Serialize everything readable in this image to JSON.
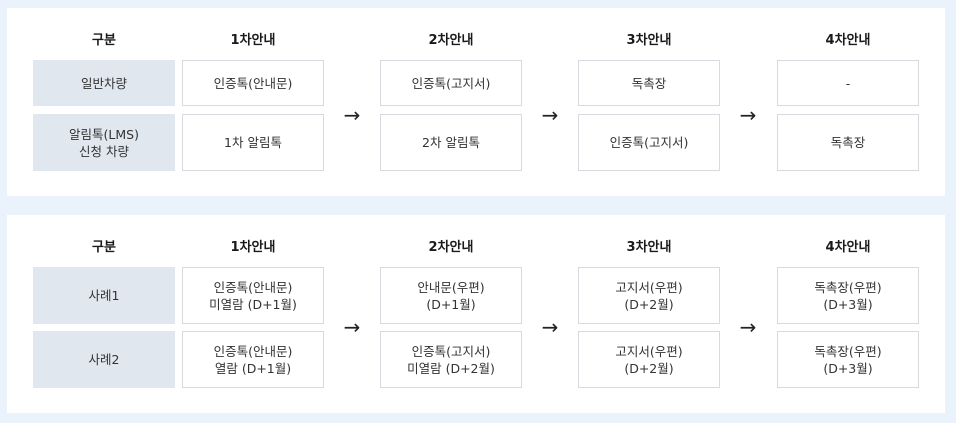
{
  "table1": {
    "headers": [
      "구분",
      "1차안내",
      "2차안내",
      "3차안내",
      "4차안내"
    ],
    "rows": [
      {
        "label": "일반차량",
        "cells": [
          "인증톡(안내문)",
          "인증톡(고지서)",
          "독촉장",
          "-"
        ]
      },
      {
        "label": "알림톡(LMS)\n신청 차량",
        "cells": [
          "1차 알림톡",
          "2차 알림톡",
          "인증톡(고지서)",
          "독촉장"
        ]
      }
    ]
  },
  "table2": {
    "headers": [
      "구분",
      "1차안내",
      "2차안내",
      "3차안내",
      "4차안내"
    ],
    "rows": [
      {
        "label": "사례1",
        "cells": [
          "인증톡(안내문)\n미열람 (D+1월)",
          "안내문(우편)\n(D+1월)",
          "고지서(우편)\n(D+2월)",
          "독촉장(우편)\n(D+3월)"
        ]
      },
      {
        "label": "사례2",
        "cells": [
          "인증톡(안내문)\n열람 (D+1월)",
          "인증톡(고지서)\n미열람 (D+2월)",
          "고지서(우편)\n(D+2월)",
          "독촉장(우편)\n(D+3월)"
        ]
      }
    ]
  },
  "arrow_glyph": "→"
}
